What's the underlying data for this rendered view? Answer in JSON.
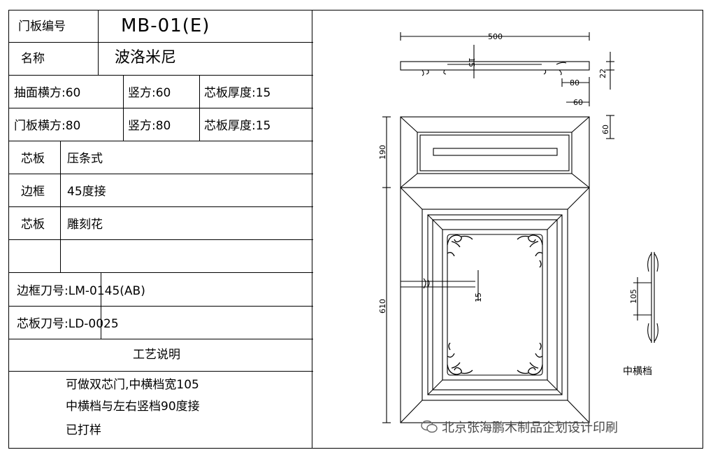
{
  "table": {
    "door_no_label": "门板编号",
    "door_no_value": "MB-01(E)",
    "name_label": "名称",
    "name_value": "波洛米尼",
    "drawer_h": "抽面横方:60",
    "drawer_v": "竖方:60",
    "drawer_core": "芯板厚度:15",
    "door_h": "门板横方:80",
    "door_v": "竖方:80",
    "door_core": "芯板厚度:15",
    "row1_label": "芯板",
    "row1_value": "压条式",
    "row2_label": "边框",
    "row2_value": "45度接",
    "row3_label": "芯板",
    "row3_value": "雕刻花",
    "frame_knife": "边框刀号:LM-0145(AB)",
    "core_knife": "芯板刀号:LD-0025",
    "process_title": "工艺说明",
    "notes": [
      "可做双芯门,中横档宽105",
      "中横档与左右竖档90度接",
      "已打样"
    ]
  },
  "drawing": {
    "dims": {
      "width": "500",
      "core_top": "15",
      "r80": "80",
      "r60": "60",
      "r22": "22",
      "r60b": "60",
      "h190": "190",
      "h610": "610",
      "mid15": "15",
      "rail105": "105"
    },
    "rail_label": "中横档"
  },
  "watermark": "北京张海鹏木制品企划设计印刷"
}
